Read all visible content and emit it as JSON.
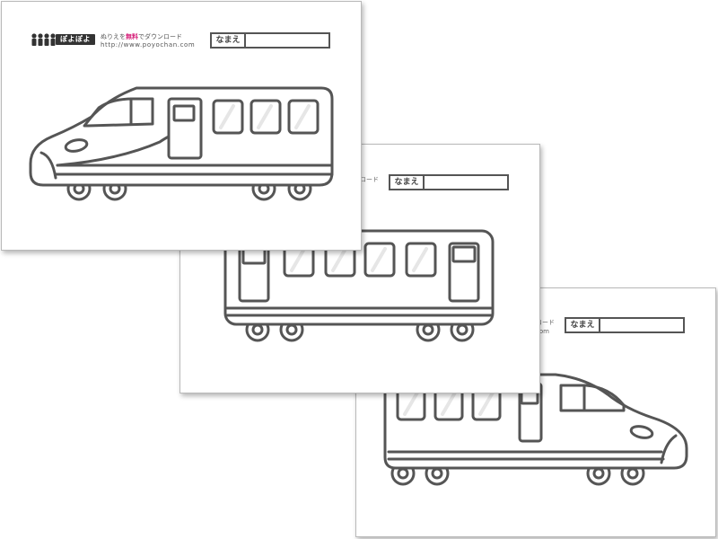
{
  "site": {
    "logo_text": "ぽよぽよ",
    "tagline_pre": "ぬりえを",
    "tagline_free": "無料",
    "tagline_post": "でダウンロード",
    "url": "http://www.poyochan.com"
  },
  "name_label": "なまえ",
  "peek": {
    "download": "ロード",
    "com": "com"
  },
  "sheets": [
    {
      "subject": "shinkansen-front-left"
    },
    {
      "subject": "passenger-car"
    },
    {
      "subject": "shinkansen-front-right"
    }
  ],
  "colors": {
    "line": "#555555",
    "accent_pink": "#d6247c",
    "window_glare": "#e6e6e6"
  }
}
